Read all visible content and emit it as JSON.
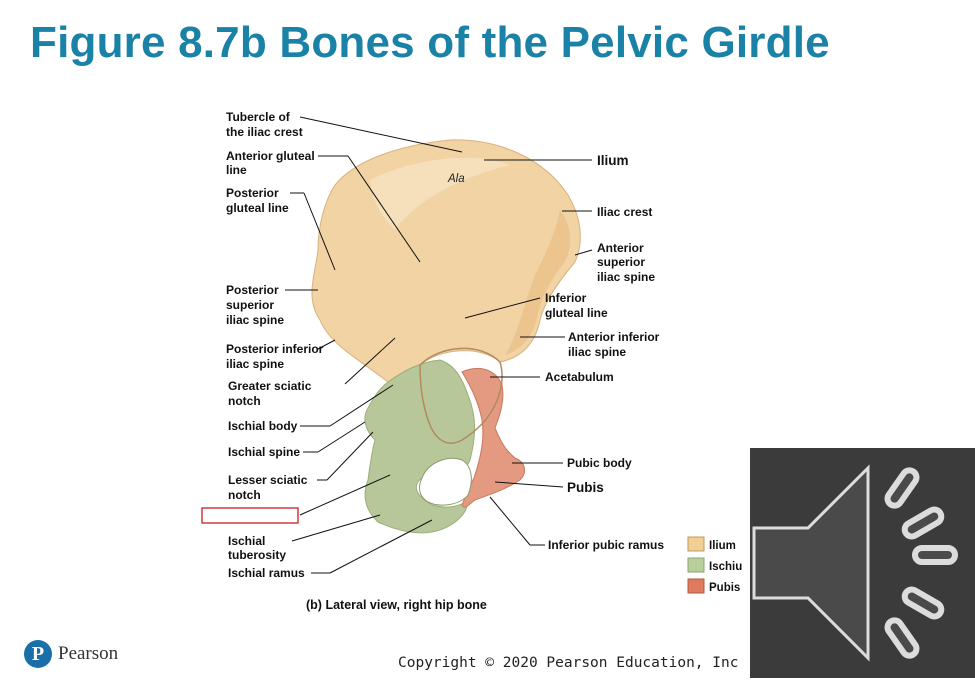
{
  "slide": {
    "title": "Figure 8.7b Bones of the Pelvic Girdle",
    "copyright": "Copyright © 2020 Pearson Education, Inc",
    "logo_text": "Pearson",
    "logo_letter": "P"
  },
  "figure": {
    "ala": "Ala",
    "caption_prefix": "(b)",
    "caption_text": " Lateral view, right hip bone",
    "left_labels": {
      "tubercle": [
        "Tubercle of",
        "the iliac crest"
      ],
      "ant_gluteal": [
        "Anterior gluteal",
        "line"
      ],
      "post_gluteal": [
        "Posterior",
        "gluteal line"
      ],
      "psis": [
        "Posterior",
        "superior",
        "iliac spine"
      ],
      "piis": [
        "Posterior inferior",
        "iliac spine"
      ],
      "greater_notch": [
        "Greater sciatic",
        "notch"
      ],
      "ischial_body": "Ischial body",
      "ischial_spine": "Ischial spine",
      "lesser_notch": [
        "Lesser sciatic",
        "notch"
      ],
      "ischial_tuberosity": [
        "Ischial",
        "tuberosity"
      ],
      "ischial_ramus": "Ischial ramus"
    },
    "right_labels": {
      "ilium": "Ilium",
      "iliac_crest": "Iliac crest",
      "asis": [
        "Anterior",
        "superior",
        "iliac spine"
      ],
      "inf_gluteal": [
        "Inferior",
        "gluteal line"
      ],
      "aiis": [
        "Anterior inferior",
        "iliac spine"
      ],
      "acetabulum": "Acetabulum",
      "pubic_body": "Pubic body",
      "pubis": "Pubis",
      "inf_pubic_ramus": "Inferior pubic ramus"
    },
    "legend": [
      {
        "label": "Ilium",
        "color": "#f3cf94"
      },
      {
        "label": "Ischiu",
        "color": "#b9cf9c"
      },
      {
        "label": "Pubis",
        "color": "#e07a5f"
      }
    ],
    "colors": {
      "ilium": "#f1d3a4",
      "ischium": "#b8c79a",
      "pubis": "#e39a80",
      "title": "#1a82a6",
      "speaker_bg": "#3b3b3b",
      "empty_box_border": "#d23b3b"
    }
  },
  "speaker": {
    "icon": "speaker-icon"
  }
}
